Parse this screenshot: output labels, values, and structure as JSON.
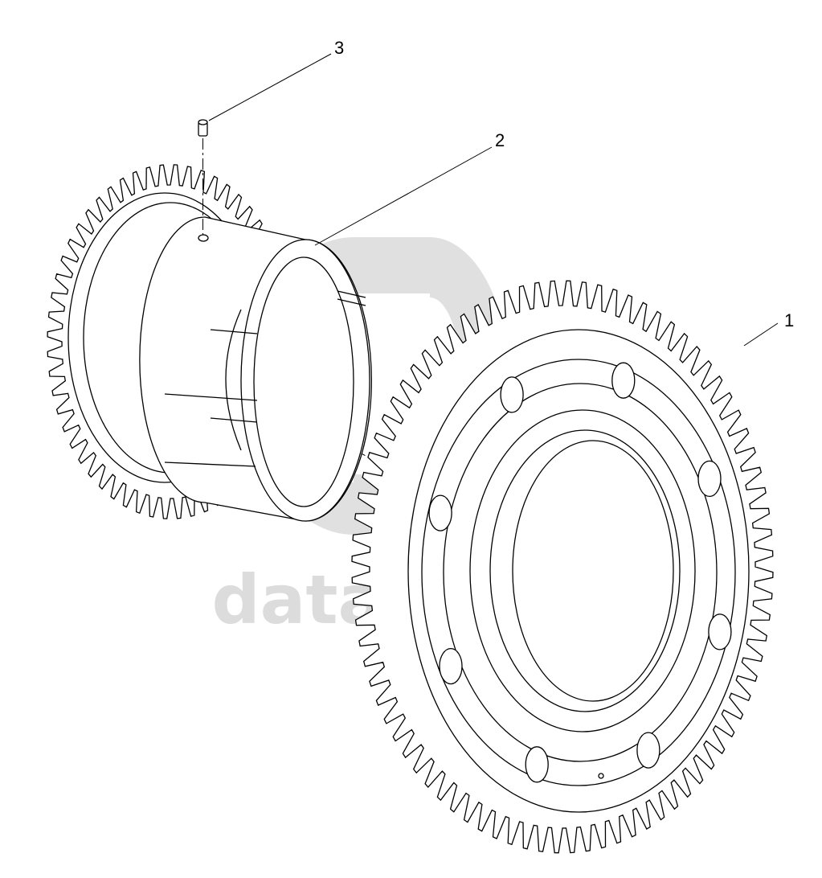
{
  "watermark": {
    "text": "data-parts",
    "color": "#d9d9d9"
  },
  "callouts": [
    {
      "id": "1",
      "label": "1"
    },
    {
      "id": "2",
      "label": "2"
    },
    {
      "id": "3",
      "label": "3"
    }
  ],
  "colors": {
    "line": "#000000",
    "background": "#ffffff"
  }
}
